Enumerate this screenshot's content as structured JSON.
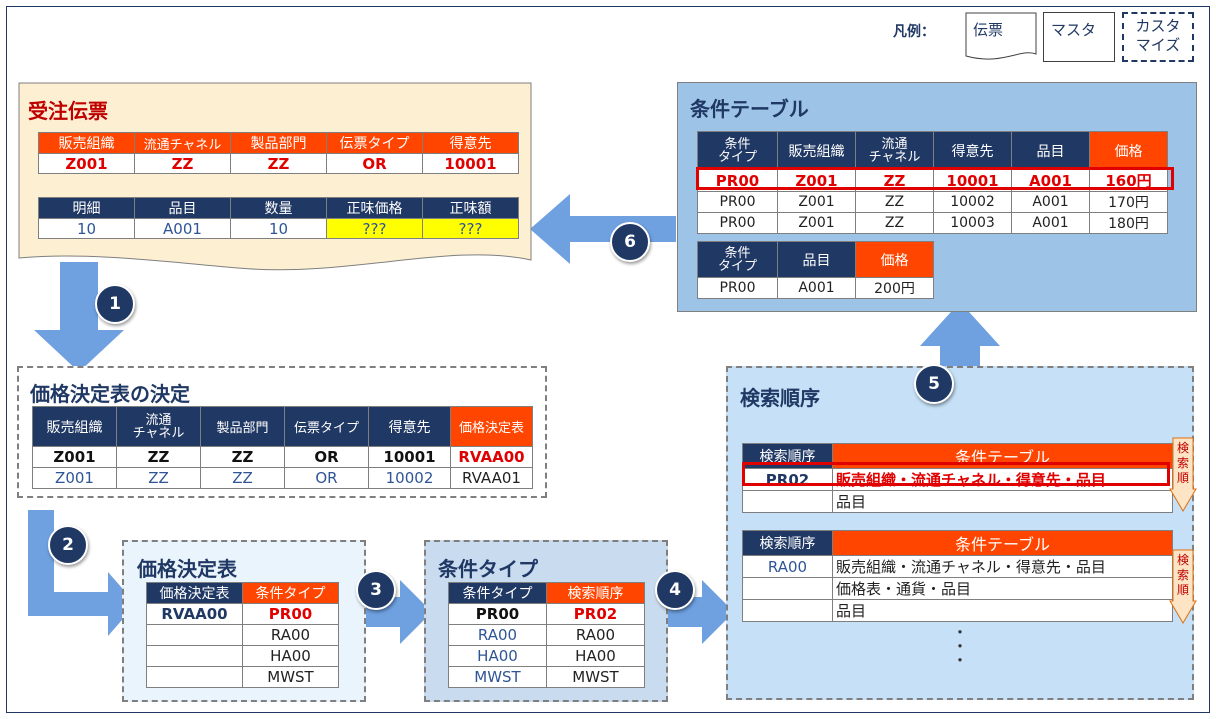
{
  "legend": {
    "label": "凡例：",
    "document": "伝票",
    "master": "マスタ",
    "custom_line1": "カスタ",
    "custom_line2": "マイズ"
  },
  "order": {
    "title": "受注伝票",
    "header_cols": [
      "販売組織",
      "流通チャネル",
      "製品部門",
      "伝票タイプ",
      "得意先"
    ],
    "header_values": [
      "Z001",
      "ZZ",
      "ZZ",
      "OR",
      "10001"
    ],
    "item_cols": [
      "明細",
      "品目",
      "数量",
      "正味価格",
      "正味額"
    ],
    "item_values": [
      "10",
      "A001",
      "10",
      "???",
      "???"
    ]
  },
  "condition_table": {
    "title": "条件テーブル",
    "cols": [
      "条件タイプ",
      "販売組織",
      "流通チャネル",
      "得意先",
      "品目",
      "価格"
    ],
    "col_split": [
      [
        "条件",
        "タイプ"
      ],
      [
        "販売組織"
      ],
      [
        "流通",
        "チャネル"
      ],
      [
        "得意先"
      ],
      [
        "品目"
      ],
      [
        "価格"
      ]
    ],
    "rows": [
      [
        "PR00",
        "Z001",
        "ZZ",
        "10001",
        "A001",
        "160円"
      ],
      [
        "PR00",
        "Z001",
        "ZZ",
        "10002",
        "A001",
        "170円"
      ],
      [
        "PR00",
        "Z001",
        "ZZ",
        "10003",
        "A001",
        "180円"
      ]
    ],
    "small_cols": [
      [
        "条件",
        "タイプ"
      ],
      [
        "品目"
      ],
      [
        "価格"
      ]
    ],
    "small_row": [
      "PR00",
      "A001",
      "200円"
    ]
  },
  "pricing_det": {
    "title": "価格決定表の決定",
    "cols": [
      [
        "販売組織"
      ],
      [
        "流通",
        "チャネル"
      ],
      [
        "製品部門"
      ],
      [
        "伝票タイプ"
      ],
      [
        "得意先"
      ],
      [
        "価格決定表"
      ]
    ],
    "rows": [
      [
        "Z001",
        "ZZ",
        "ZZ",
        "OR",
        "10001",
        "RVAA00"
      ],
      [
        "Z001",
        "ZZ",
        "ZZ",
        "OR",
        "10002",
        "RVAA01"
      ]
    ]
  },
  "procedure": {
    "title": "価格決定表",
    "cols": [
      "価格決定表",
      "条件タイプ"
    ],
    "rows": [
      [
        "RVAA00",
        "PR00"
      ],
      [
        "",
        "RA00"
      ],
      [
        "",
        "HA00"
      ],
      [
        "",
        "MWST"
      ]
    ]
  },
  "cond_type": {
    "title": "条件タイプ",
    "cols": [
      "条件タイプ",
      "検索順序"
    ],
    "rows": [
      [
        "PR00",
        "PR02"
      ],
      [
        "RA00",
        "RA00"
      ],
      [
        "HA00",
        "HA00"
      ],
      [
        "MWST",
        "MWST"
      ]
    ]
  },
  "access_seq": {
    "title": "検索順序",
    "cols": [
      "検索順序",
      "条件テーブル"
    ],
    "table1": [
      [
        "PR02",
        "販売組織・流通チャネル・得意先・品目"
      ],
      [
        "",
        "品目"
      ]
    ],
    "table2": [
      [
        "RA00",
        "販売組織・流通チャネル・得意先・品目"
      ],
      [
        "",
        "価格表・通貨・品目"
      ],
      [
        "",
        "品目"
      ]
    ],
    "order_chars": [
      "検",
      "索",
      "順"
    ],
    "dots": [
      "・",
      "・",
      "・"
    ]
  },
  "steps": [
    "1",
    "2",
    "3",
    "4",
    "5",
    "6"
  ]
}
